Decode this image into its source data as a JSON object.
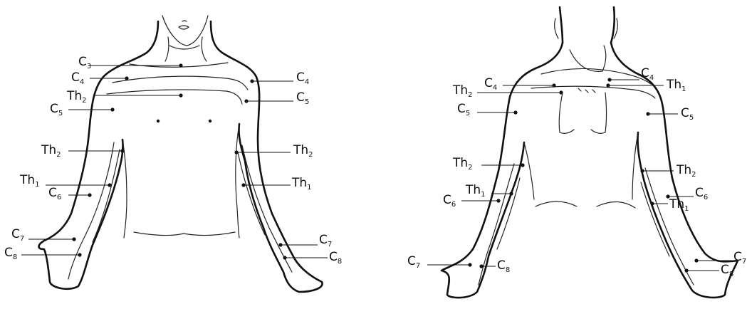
{
  "front": {
    "labels": [
      {
        "main": "C",
        "sub": "3"
      },
      {
        "main": "C",
        "sub": "4"
      },
      {
        "main": "Th",
        "sub": "2"
      },
      {
        "main": "C",
        "sub": "5"
      },
      {
        "main": "Th",
        "sub": "2"
      },
      {
        "main": "Th",
        "sub": "1"
      },
      {
        "main": "C",
        "sub": "6"
      },
      {
        "main": "C",
        "sub": "7"
      },
      {
        "main": "C",
        "sub": "8"
      },
      {
        "main": "C",
        "sub": "4"
      },
      {
        "main": "C",
        "sub": "5"
      },
      {
        "main": "Th",
        "sub": "2"
      },
      {
        "main": "Th",
        "sub": "1"
      },
      {
        "main": "C",
        "sub": "7"
      },
      {
        "main": "C",
        "sub": "8"
      }
    ]
  },
  "back": {
    "labels": [
      {
        "main": "C",
        "sub": "4"
      },
      {
        "main": "Th",
        "sub": "2"
      },
      {
        "main": "C",
        "sub": "5"
      },
      {
        "main": "Th",
        "sub": "2"
      },
      {
        "main": "Th",
        "sub": "1"
      },
      {
        "main": "C",
        "sub": "6"
      },
      {
        "main": "C",
        "sub": "7"
      },
      {
        "main": "C",
        "sub": "8"
      },
      {
        "main": "C",
        "sub": "4"
      },
      {
        "main": "Th",
        "sub": "1"
      },
      {
        "main": "C",
        "sub": "5"
      },
      {
        "main": "Th",
        "sub": "2"
      },
      {
        "main": "C",
        "sub": "6"
      },
      {
        "main": "Th",
        "sub": "1"
      },
      {
        "main": "C",
        "sub": "7"
      },
      {
        "main": "C",
        "sub": "8"
      }
    ]
  }
}
